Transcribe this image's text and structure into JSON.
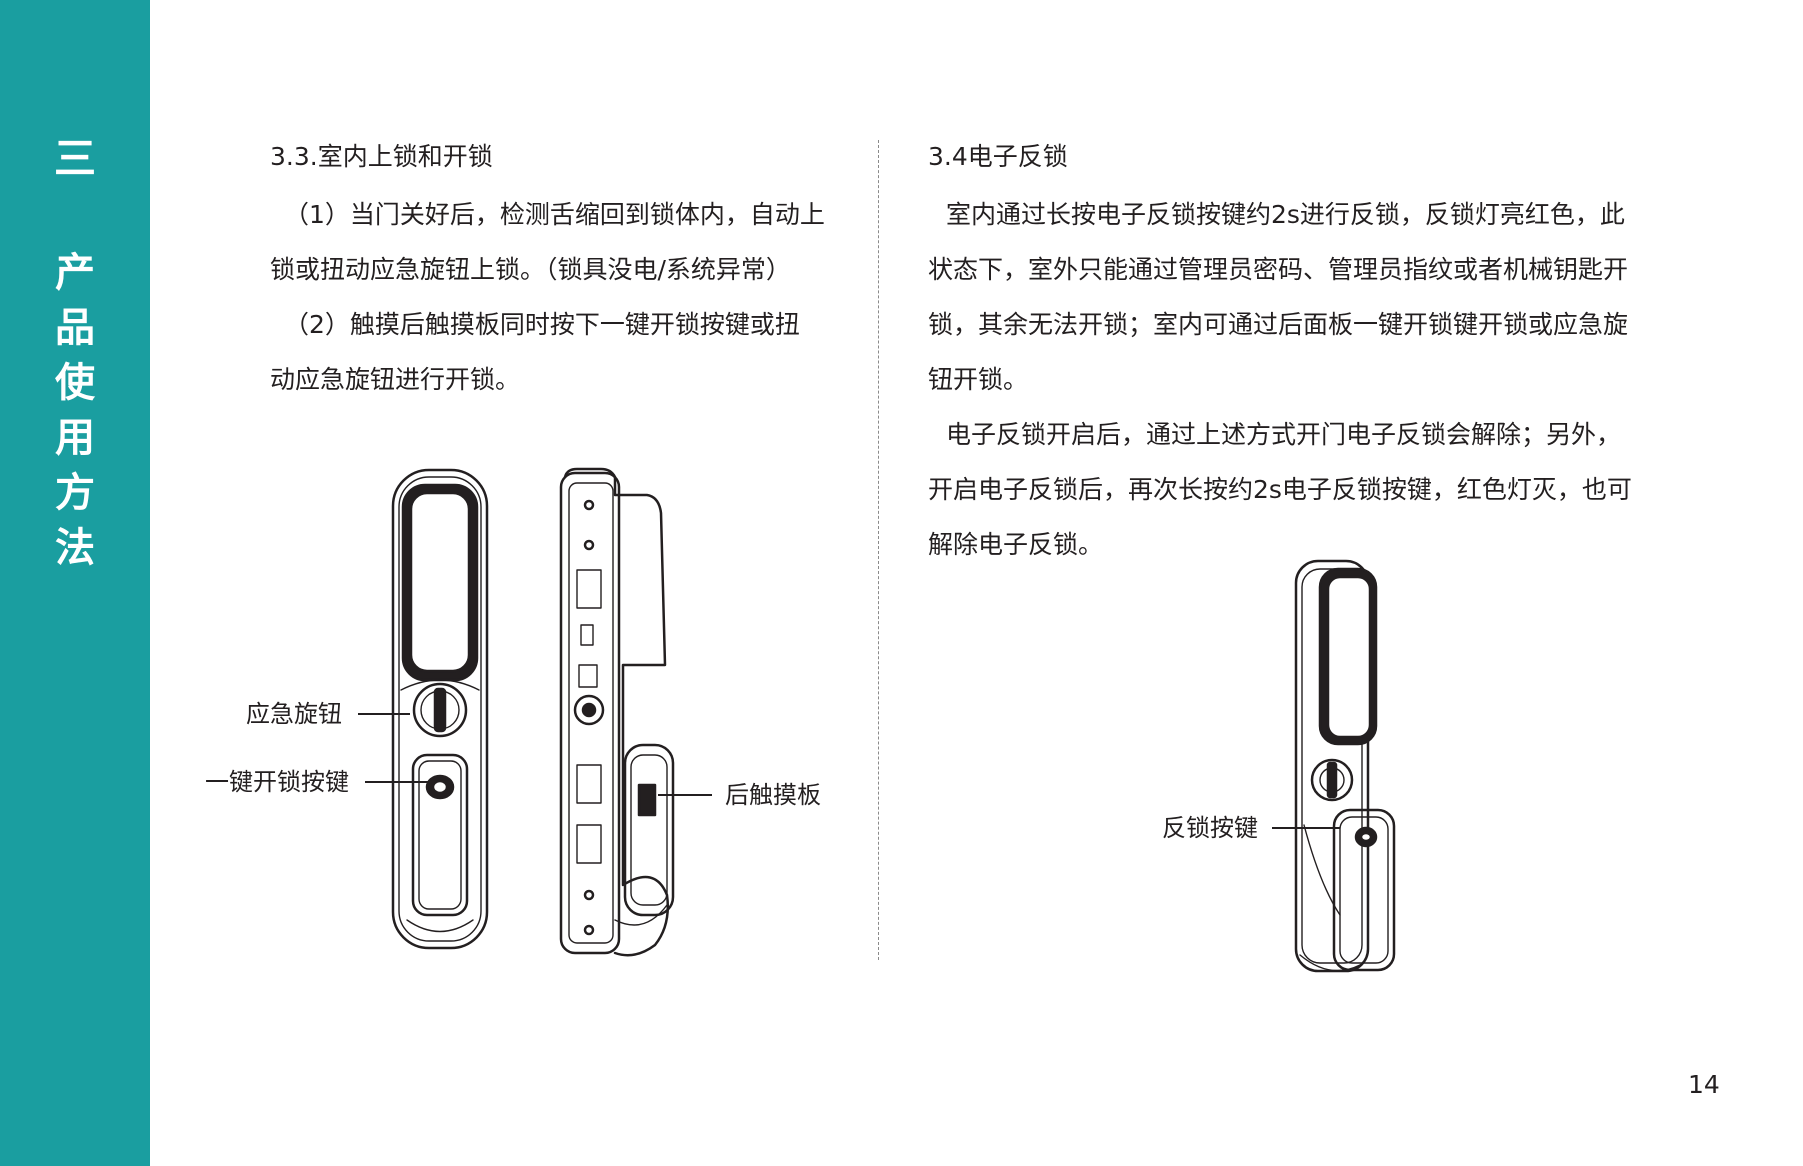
{
  "sidebar": {
    "chapter_number": "三",
    "chapter_title_chars": [
      "产",
      "品",
      "使",
      "用",
      "方",
      "法"
    ]
  },
  "section_3_3": {
    "heading": "3.3.室内上锁和开锁",
    "lines": [
      "（1）当门关好后，检测舌缩回到锁体内，自动上",
      "锁或扭动应急旋钮上锁。（锁具没电/系统异常）",
      "（2）触摸后触摸板同时按下一键开锁按键或扭",
      "动应急旋钮进行开锁。"
    ],
    "labels": {
      "emergency_knob": "应急旋钮",
      "one_key_unlock": "一键开锁按键",
      "rear_touch_panel": "后触摸板"
    }
  },
  "section_3_4": {
    "heading": "3.4电子反锁",
    "lines": [
      "室内通过长按电子反锁按键约2s进行反锁，反锁灯亮红色，此",
      "状态下，室外只能通过管理员密码、管理员指纹或者机械钥匙开",
      "锁，其余无法开锁；室内可通过后面板一键开锁键开锁或应急旋",
      "钮开锁。",
      "电子反锁开启后，通过上述方式开门电子反锁会解除；另外，",
      "开启电子反锁后，再次长按约2s电子反锁按键，红色灯灭，也可",
      "解除电子反锁。"
    ],
    "labels": {
      "lock_button": "反锁按键"
    }
  },
  "page_number": "14",
  "colors": {
    "sidebar": "#1a9ea0",
    "text": "#231f20"
  }
}
